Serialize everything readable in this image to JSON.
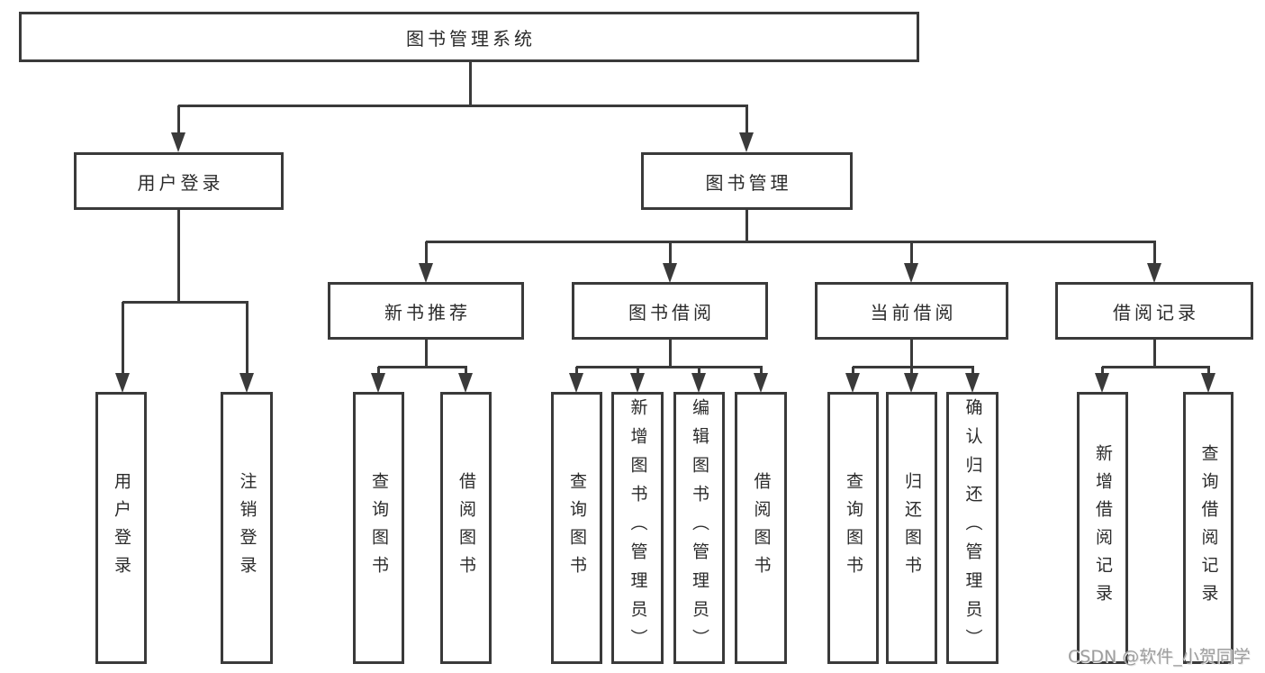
{
  "diagram": {
    "root": {
      "label": "图书管理系统"
    },
    "level2": [
      {
        "label": "用户登录",
        "children": [
          {
            "label": "用户登录"
          },
          {
            "label": "注销登录"
          }
        ]
      },
      {
        "label": "图书管理",
        "children": [
          {
            "label": "新书推荐",
            "children": [
              {
                "label": "查询图书"
              },
              {
                "label": "借阅图书"
              }
            ]
          },
          {
            "label": "图书借阅",
            "children": [
              {
                "label": "查询图书"
              },
              {
                "label": "新增图书（管理员）"
              },
              {
                "label": "编辑图书（管理员）"
              },
              {
                "label": "借阅图书"
              }
            ]
          },
          {
            "label": "当前借阅",
            "children": [
              {
                "label": "查询图书"
              },
              {
                "label": "归还图书"
              },
              {
                "label": "确认归还（管理员）"
              }
            ]
          },
          {
            "label": "借阅记录",
            "children": [
              {
                "label": "新增借阅记录"
              },
              {
                "label": "查询借阅记录"
              }
            ]
          }
        ]
      }
    ],
    "watermark": {
      "text": "CSDN @软件_小贺同学"
    },
    "colors": {
      "line": "#3a3a3a",
      "text": "#2b2b2b",
      "background": "#ffffff",
      "watermark": "#9e9e9e"
    }
  }
}
